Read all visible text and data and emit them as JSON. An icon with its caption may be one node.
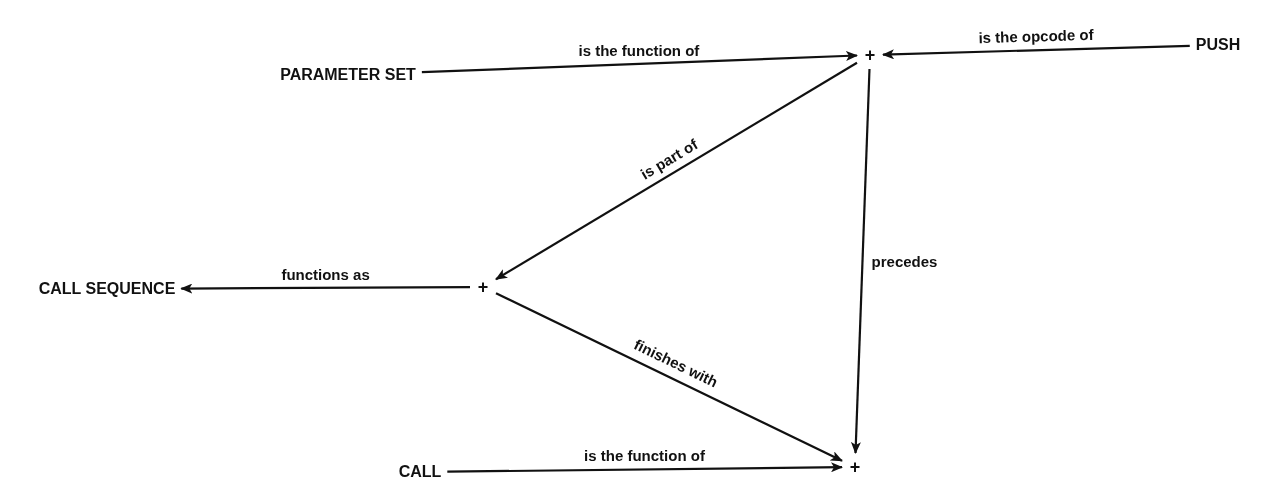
{
  "diagram": {
    "nodes": [
      {
        "text": [
          "PARAMETER SET"
        ]
      },
      {
        "text": [
          "+"
        ]
      },
      {
        "text": [
          "PUSH"
        ]
      },
      {
        "text": [
          "+"
        ]
      },
      {
        "text": [
          "CALL SEQUENCE"
        ]
      },
      {
        "text": [
          "+"
        ]
      },
      {
        "text": [
          "CALL"
        ]
      }
    ],
    "edges": [
      {
        "from": 0,
        "to": 1,
        "arrow": "to",
        "label": "is the function of"
      },
      {
        "from": 2,
        "to": 1,
        "arrow": "to",
        "label": "is the opcode of"
      },
      {
        "from": 1,
        "to": 3,
        "arrow": "to",
        "label": "is part of"
      },
      {
        "from": 3,
        "to": 4,
        "arrow": "to",
        "label": "functions as"
      },
      {
        "from": 3,
        "to": 5,
        "arrow": "to",
        "label": "finishes with"
      },
      {
        "from": 1,
        "to": 5,
        "arrow": "to",
        "label": "precedes"
      },
      {
        "from": 6,
        "to": 5,
        "arrow": "to",
        "label": "is the function of"
      }
    ]
  }
}
